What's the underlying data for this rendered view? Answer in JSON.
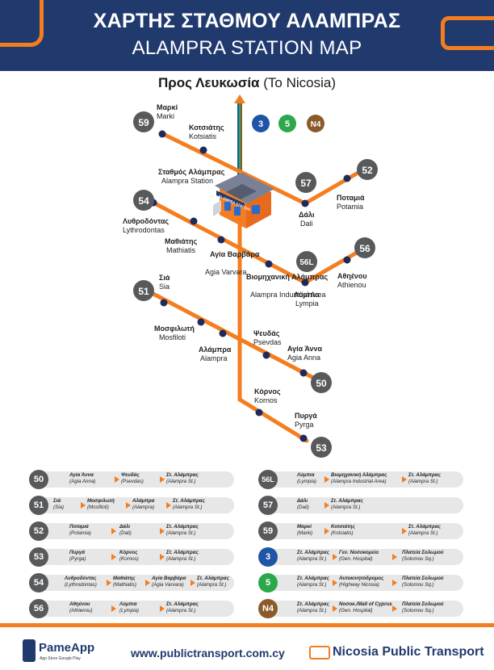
{
  "header": {
    "title_gr": "ΧΑΡΤΗΣ ΣΤΑΘΜΟΥ ΑΛΑΜΠΡΑΣ",
    "title_en": "ALAMPRA STATION MAP"
  },
  "direction": {
    "gr": "Προς Λευκωσία",
    "en": "(To Nicosia)"
  },
  "colors": {
    "navy": "#213a6e",
    "orange": "#f47e1f",
    "dot": "#1f2a5c",
    "badge_grey": "#58595b",
    "route3": "#1f55a6",
    "route5": "#2aa84a",
    "routeN4": "#8b5a2b",
    "row_bg": "#e7e7e8"
  },
  "map": {
    "hub_routes": [
      {
        "num": "3"
      },
      {
        "num": "5"
      },
      {
        "num": "N4"
      }
    ],
    "station": {
      "gr": "Σταθμός Αλάμπρας",
      "en": "Alampra Station",
      "sign": "ALAMPRA STATION"
    },
    "stops": [
      {
        "gr": "Μαρκί",
        "en": "Marki"
      },
      {
        "gr": "Κοτσιάτης",
        "en": "Kotsiatis"
      },
      {
        "gr": "Δάλι",
        "en": "Dali"
      },
      {
        "gr": "Ποταμιά",
        "en": "Potamia"
      },
      {
        "gr": "Λυθροδόντας",
        "en": "Lythrodontas"
      },
      {
        "gr": "Μαθιάτης",
        "en": "Mathiatis"
      },
      {
        "gr": "Αγία Βαρβάρα",
        "en": "Agia Varvara"
      },
      {
        "gr": "Βιομηχανική Αλάμπρας",
        "en": "Alampra Industrial Area"
      },
      {
        "gr": "Λύμπια",
        "en": "Lympia"
      },
      {
        "gr": "Αθηένου",
        "en": "Athienou"
      },
      {
        "gr": "Σιά",
        "en": "Sia"
      },
      {
        "gr": "Μοσφιλωτή",
        "en": "Mosfiloti"
      },
      {
        "gr": "Αλάμπρα",
        "en": "Alampra"
      },
      {
        "gr": "Ψευδάς",
        "en": "Psevdas"
      },
      {
        "gr": "Αγία Άννα",
        "en": "Agia Anna"
      },
      {
        "gr": "Κόρνος",
        "en": "Kornos"
      },
      {
        "gr": "Πυργά",
        "en": "Pyrga"
      }
    ],
    "route_badges": [
      "59",
      "57",
      "52",
      "54",
      "56L",
      "56",
      "51",
      "50",
      "53"
    ]
  },
  "legend": [
    {
      "route": "50",
      "stops": [
        {
          "gr": "Αγία Άννα",
          "en": "(Agia Anna)"
        },
        {
          "gr": "Ψευδάς",
          "en": "(Psevdas)"
        },
        {
          "gr": "Στ. Αλάμπρας",
          "en": "(Alampra St.)"
        }
      ]
    },
    {
      "route": "51",
      "stops": [
        {
          "gr": "Σιά",
          "en": "(Sia)"
        },
        {
          "gr": "Μοσφιλωτή",
          "en": "(Mosfiloti)"
        },
        {
          "gr": "Αλάμπρα",
          "en": "(Alampra)"
        },
        {
          "gr": "Στ. Αλάμπρας",
          "en": "(Alampra St.)"
        }
      ]
    },
    {
      "route": "52",
      "stops": [
        {
          "gr": "Ποταμιά",
          "en": "(Potamia)"
        },
        {
          "gr": "Δάλι",
          "en": "(Dali)"
        },
        {
          "gr": "Στ. Αλάμπρας",
          "en": "(Alampra St.)"
        }
      ]
    },
    {
      "route": "53",
      "stops": [
        {
          "gr": "Πυργά",
          "en": "(Pyrga)"
        },
        {
          "gr": "Κόρνος",
          "en": "(Kornos)"
        },
        {
          "gr": "Στ. Αλάμπρας",
          "en": "(Alampra St.)"
        }
      ]
    },
    {
      "route": "54",
      "stops": [
        {
          "gr": "Λυθροδόντας",
          "en": "(Lythrodontas)"
        },
        {
          "gr": "Μαθιάτης",
          "en": "(Mathiatis)"
        },
        {
          "gr": "Αγία Βαρβάρα",
          "en": "(Agia Varvara)"
        },
        {
          "gr": "Στ. Αλάμπρας",
          "en": "(Alampra St.)"
        }
      ]
    },
    {
      "route": "56",
      "stops": [
        {
          "gr": "Αθηένου",
          "en": "(Athienou)"
        },
        {
          "gr": "Λύμπια",
          "en": "(Lympia)"
        },
        {
          "gr": "Στ. Αλάμπρας",
          "en": "(Alampra St.)"
        }
      ]
    },
    {
      "route": "56L",
      "stops": [
        {
          "gr": "Λύμπια",
          "en": "(Lympia)"
        },
        {
          "gr": "Βιομηχανική Αλάμπρας",
          "en": "(Alampra Industrial Area)"
        },
        {
          "gr": "Στ. Αλάμπρας",
          "en": "(Alampra St.)"
        }
      ]
    },
    {
      "route": "57",
      "stops": [
        {
          "gr": "Δάλι",
          "en": "(Dali)"
        },
        {
          "gr": "Στ. Αλάμπρας",
          "en": "(Alampra St.)"
        }
      ]
    },
    {
      "route": "59",
      "stops": [
        {
          "gr": "Μαρκί",
          "en": "(Marki)"
        },
        {
          "gr": "Κοτσιάτης",
          "en": "(Kotsiatis)"
        },
        {
          "gr": "Στ. Αλάμπρας",
          "en": "(Alampra St.)"
        }
      ]
    },
    {
      "route": "3",
      "stops": [
        {
          "gr": "Στ. Αλάμπρας",
          "en": "(Alampra St.)"
        },
        {
          "gr": "Γεν. Νοσοκομείο",
          "en": "(Gen. Hospital)"
        },
        {
          "gr": "Πλατεία Σολωμού",
          "en": "(Solomou Sq.)"
        }
      ]
    },
    {
      "route": "5",
      "stops": [
        {
          "gr": "Στ. Αλάμπρας",
          "en": "(Alampra St.)"
        },
        {
          "gr": "Αυτοκινητόδρομος",
          "en": "(Highway Nicosia)"
        },
        {
          "gr": "Πλατεία Σολωμού",
          "en": "(Solomou Sq.)"
        }
      ]
    },
    {
      "route": "N4",
      "stops": [
        {
          "gr": "Στ. Αλάμπρας",
          "en": "(Alampra St.)"
        },
        {
          "gr": "Νοσοκ./Mall of Cyprus",
          "en": "(Gen. Hospital)"
        },
        {
          "gr": "Πλατεία Σολωμού",
          "en": "(Solomou Sq.)"
        }
      ]
    }
  ],
  "footer": {
    "app_name": "PameApp",
    "stores": "App Store   Google Play",
    "url": "www.publictransport.com.cy",
    "brand": "Nicosia Public Transport"
  }
}
